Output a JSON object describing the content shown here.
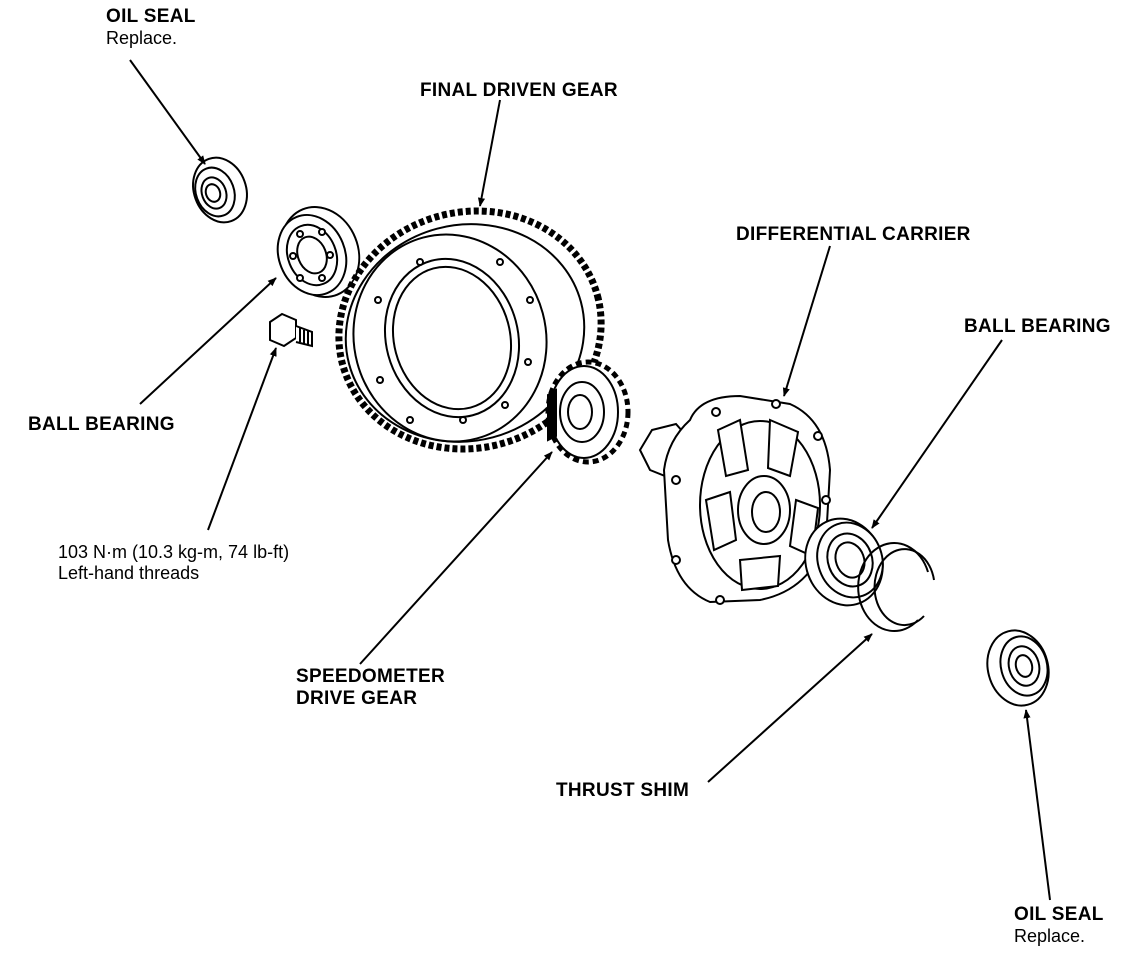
{
  "labels": {
    "oil_seal_top": {
      "title": "OIL SEAL",
      "note": "Replace."
    },
    "final_driven_gear": {
      "title": "FINAL DRIVEN GEAR"
    },
    "differential_carrier": {
      "title": "DIFFERENTIAL CARRIER"
    },
    "ball_bearing_right": {
      "title": "BALL BEARING"
    },
    "ball_bearing_left": {
      "title": "BALL BEARING"
    },
    "bolt_torque": {
      "spec": "103 N·m (10.3 kg-m, 74 lb-ft)",
      "note": "Left-hand threads"
    },
    "speedometer_drive_gear": {
      "line1": "SPEEDOMETER",
      "line2": "DRIVE GEAR"
    },
    "thrust_shim": {
      "title": "THRUST SHIM"
    },
    "oil_seal_bottom": {
      "title": "OIL SEAL",
      "note": "Replace."
    }
  },
  "colors": {
    "ink": "#000000",
    "paper": "#ffffff"
  }
}
